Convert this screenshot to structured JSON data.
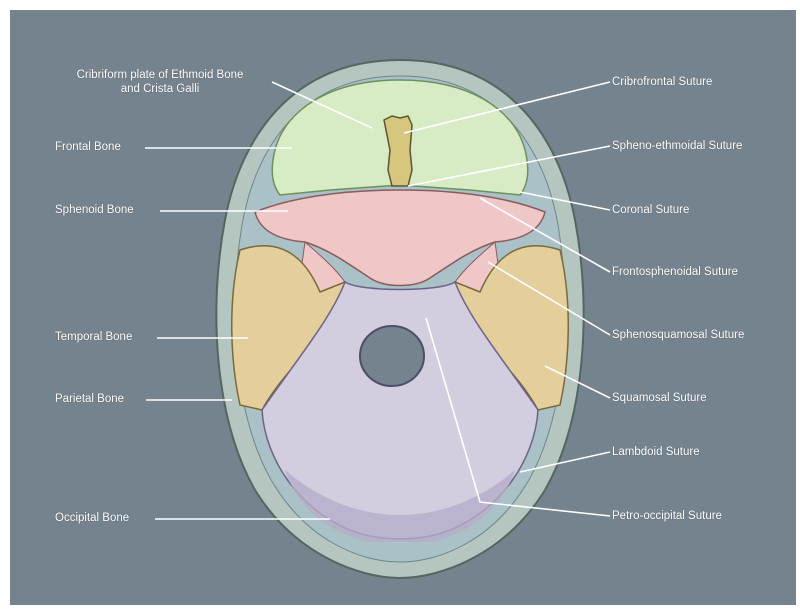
{
  "colors": {
    "background": "#75838e",
    "frontal": "#d7ebc4",
    "sphenoid": "#f0c7c7",
    "temporal": "#e4cf9c",
    "occipital": "#d3cde0",
    "parietal": "#a9c1c7",
    "ethmoid": "#d6c67e",
    "label_text": "#ffffff",
    "leader_line": "#ffffff"
  },
  "labels_left": {
    "cribriform_line1": "Cribriform plate of Ethmoid Bone",
    "cribriform_line2": "and Crista Galli",
    "frontal": "Frontal Bone",
    "sphenoid": "Sphenoid Bone",
    "temporal": "Temporal Bone",
    "parietal": "Parietal Bone",
    "occipital": "Occipital Bone"
  },
  "labels_right": {
    "cribrofrontal": "Cribrofrontal Suture",
    "spheno_ethmoidal": "Spheno-ethmoidal Suture",
    "coronal": "Coronal Suture",
    "frontosphenoidal": "Frontosphenoidal Suture",
    "sphenosquamosal": "Sphenosquamosal Suture",
    "squamosal": "Squamosal Suture",
    "lambdoid": "Lambdoid Suture",
    "petro_occipital": "Petro-occipital Suture"
  }
}
